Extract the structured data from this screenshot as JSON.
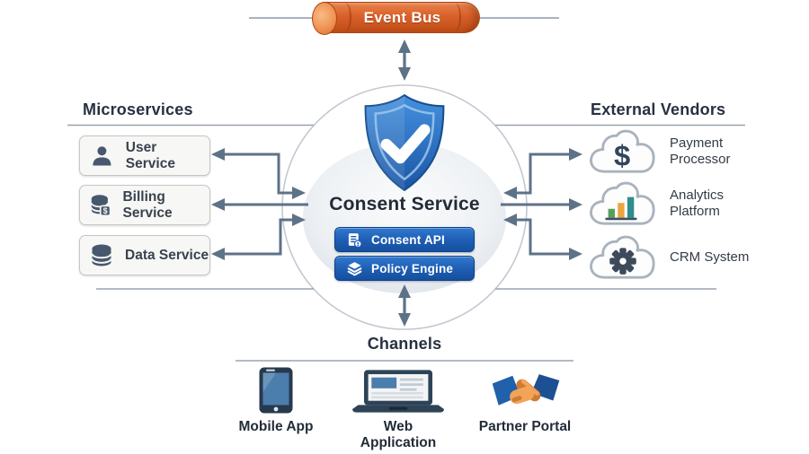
{
  "event_bus": {
    "label": "Event Bus"
  },
  "center": {
    "title": "Consent Service",
    "components": [
      {
        "label": "Consent API",
        "icon": "consent-api-document-icon"
      },
      {
        "label": "Policy Engine",
        "icon": "policy-engine-layers-icon"
      }
    ]
  },
  "microservices": {
    "heading": "Microservices",
    "items": [
      {
        "label": "User Service",
        "icon": "user-icon"
      },
      {
        "label": "Billing Service",
        "icon": "billing-database-icon"
      },
      {
        "label": "Data Service",
        "icon": "database-icon"
      }
    ]
  },
  "external_vendors": {
    "heading": "External Vendors",
    "items": [
      {
        "label": "Payment Processor",
        "label_lines": [
          "Payment",
          "Processor"
        ],
        "icon": "dollar-cloud-icon"
      },
      {
        "label": "Analytics Platform",
        "label_lines": [
          "Analytics",
          "Platform"
        ],
        "icon": "analytics-cloud-icon"
      },
      {
        "label": "CRM System",
        "label_lines": [
          "CRM System"
        ],
        "icon": "gear-cloud-icon"
      }
    ]
  },
  "channels": {
    "heading": "Channels",
    "items": [
      {
        "label": "Mobile App",
        "icon": "smartphone-icon"
      },
      {
        "label": "Web Application",
        "icon": "laptop-icon"
      },
      {
        "label": "Partner Portal",
        "icon": "handshake-icon"
      }
    ]
  },
  "colors": {
    "event_bus_orange": "#d9602a",
    "shield_blue": "#2b7fd4",
    "bar_blue": "#1c5bb0",
    "arrow_slate": "#5e7287",
    "icon_slate": "#47586e",
    "line_gray": "#9aa3ae"
  }
}
